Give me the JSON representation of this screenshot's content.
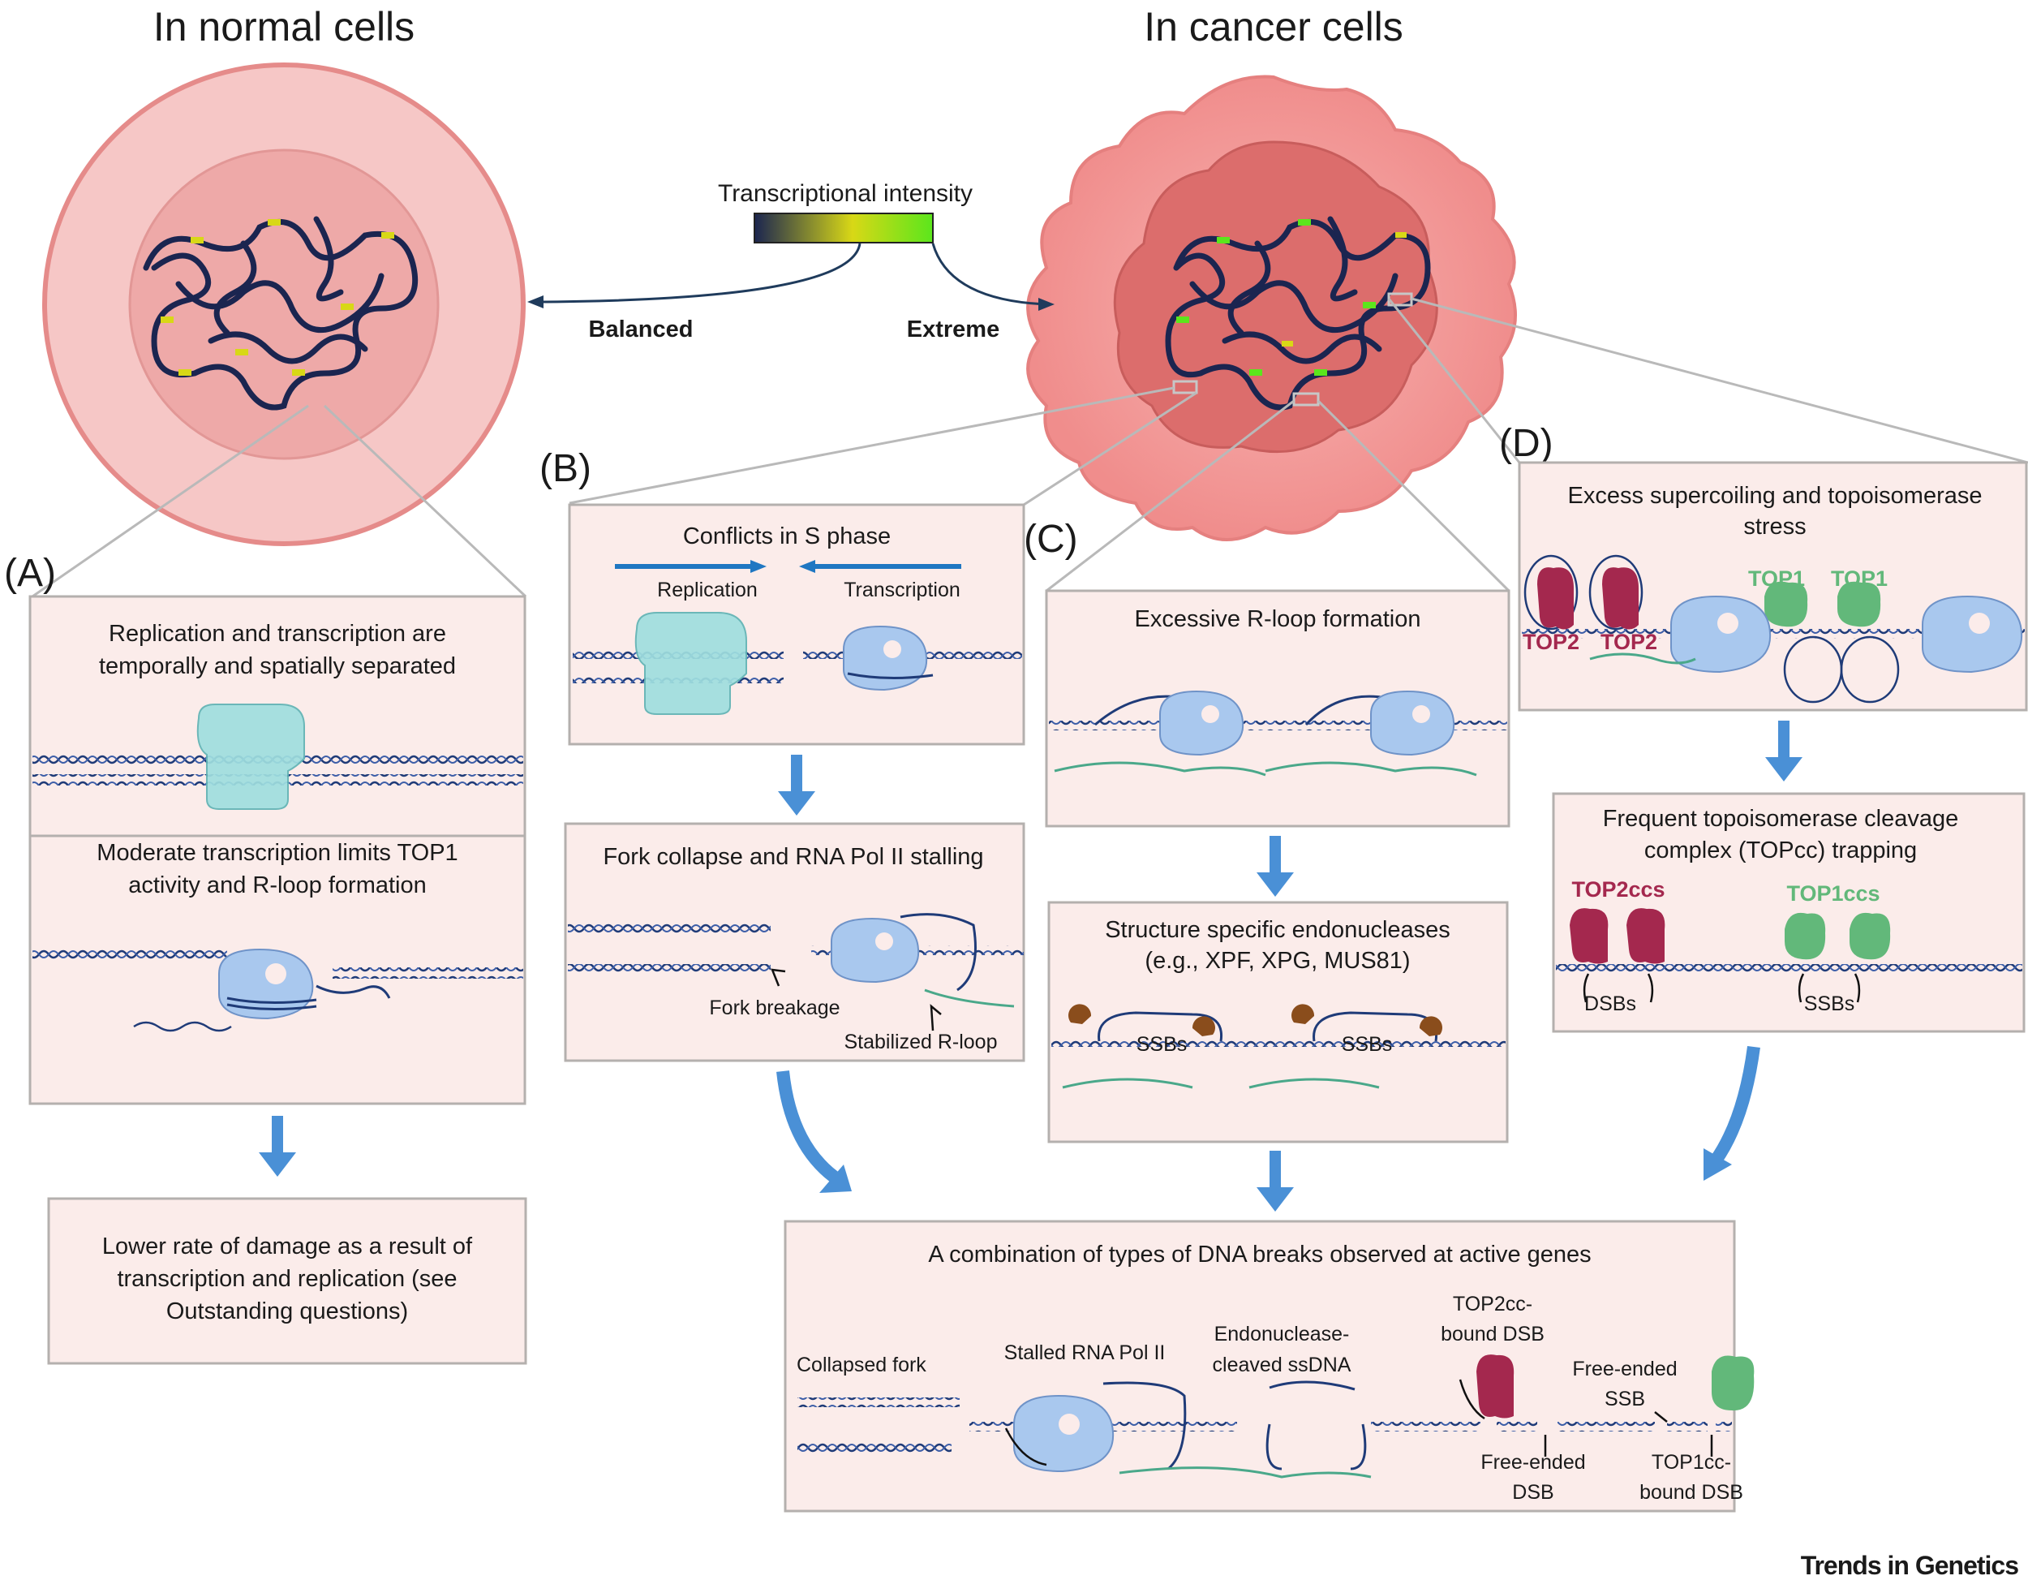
{
  "titles": {
    "normal": "In normal cells",
    "cancer": "In cancer cells"
  },
  "legend": {
    "title": "Transcriptional intensity",
    "balanced": "Balanced",
    "extreme": "Extreme",
    "gradient_colors": [
      "#1b2550",
      "#d8d816",
      "#5be61c"
    ]
  },
  "panel_labels": {
    "a": "(A)",
    "b": "(B)",
    "c": "(C)",
    "d": "(D)"
  },
  "panel_a": {
    "box1_line1": "Replication and transcription are",
    "box1_line2": "temporally and spatially separated",
    "box2_line1": "Moderate transcription limits TOP1",
    "box2_line2": "activity and R-loop formation",
    "box3_line1": "Lower rate of damage as a result of",
    "box3_line2": "transcription and replication (see",
    "box3_line3": "Outstanding questions)"
  },
  "panel_b": {
    "box1_title": "Conflicts in S phase",
    "replication": "Replication",
    "transcription": "Transcription",
    "box2_title": "Fork collapse and RNA Pol II stalling",
    "fork_breakage": "Fork breakage",
    "stabilized_rloop": "Stabilized R-loop"
  },
  "panel_c": {
    "box1_title": "Excessive R-loop formation",
    "box2_line1": "Structure specific endonucleases",
    "box2_line2": "(e.g., XPF, XPG, MUS81)",
    "ssbs": "SSBs"
  },
  "panel_d": {
    "box1_line1": "Excess supercoiling and topoisomerase",
    "box1_line2": "stress",
    "top1": "TOP1",
    "top2": "TOP2",
    "box2_line1": "Frequent topoisomerase cleavage",
    "box2_line2": "complex (TOPcc) trapping",
    "top2ccs": "TOP2ccs",
    "top1ccs": "TOP1ccs",
    "dsbs": "DSBs",
    "ssbs": "SSBs"
  },
  "bottom": {
    "title": "A combination of types of DNA breaks observed at active genes",
    "collapsed_fork": "Collapsed fork",
    "stalled_pol": "Stalled RNA Pol II",
    "endo_line1": "Endonuclease-",
    "endo_line2": "cleaved ssDNA",
    "top2cc_line1": "TOP2cc-",
    "top2cc_line2": "bound DSB",
    "free_ssb_line1": "Free-ended",
    "free_ssb_line2": "SSB",
    "free_dsb_line1": "Free-ended",
    "free_dsb_line2": "DSB",
    "top1cc_line1": "TOP1cc-",
    "top1cc_line2": "bound DSB"
  },
  "journal": "Trends in Genetics",
  "colors": {
    "box_fill": "#fbecea",
    "arrow_blue": "#4a90d6",
    "dna": "#1f3b78",
    "rna": "#4aa88a",
    "top2": "#a4284e",
    "top1": "#62b87a",
    "pol2": "#a9c8ee",
    "replisome": "#9fdedf"
  }
}
